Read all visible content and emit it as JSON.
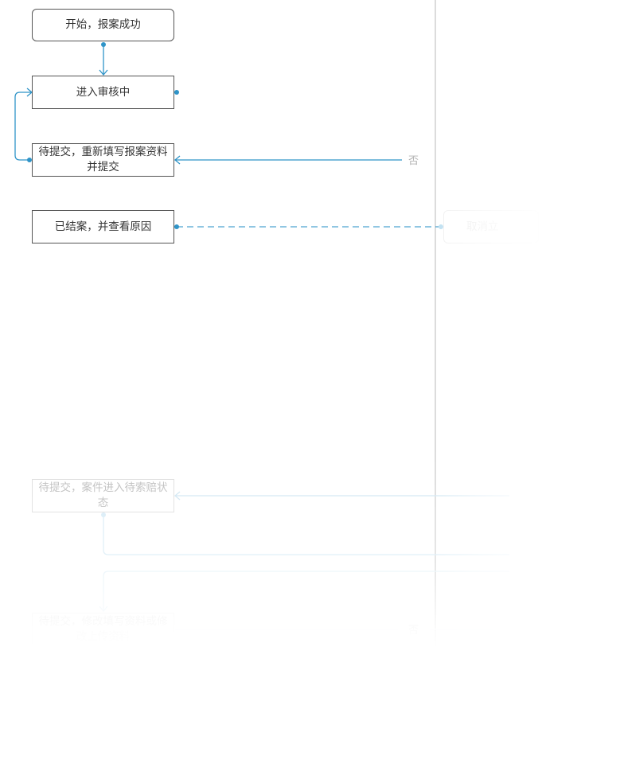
{
  "colors": {
    "edge": "#2f94c8",
    "edge_light": "#cfe6f3",
    "lane_divider": "#dcdcdc"
  },
  "nodes": {
    "start": "开始，报案成功",
    "reviewing": "进入审核中",
    "resubmit": "待提交，重新填写报案资料并提交",
    "closed": "已结案，并查看原因",
    "cancel": "取消立",
    "pending_claim": "待提交，案件进入待索赔状态",
    "modify": "待提交，修改填写资料或修改上传资料"
  },
  "edge_labels": {
    "no": "否",
    "no_2": "否"
  }
}
